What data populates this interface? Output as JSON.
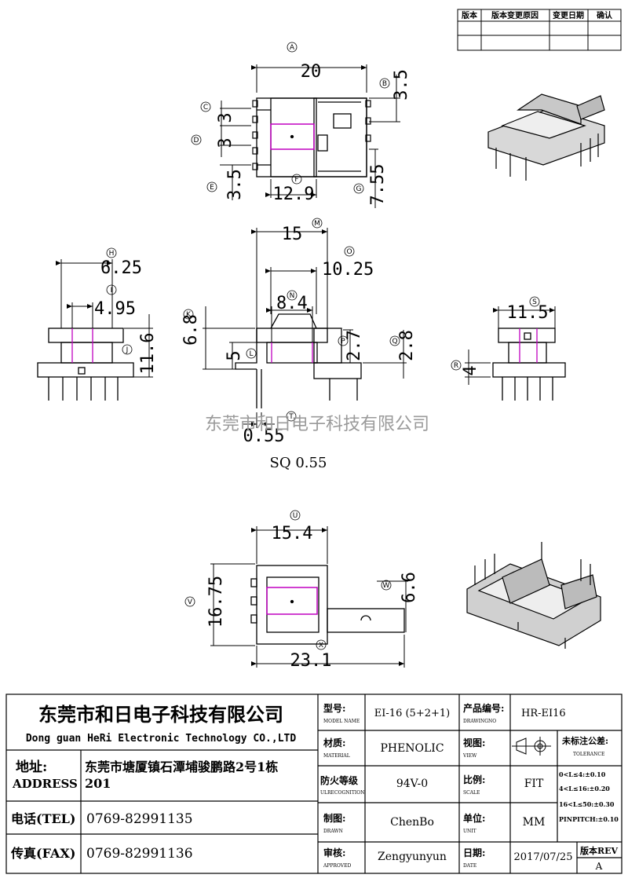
{
  "revision_table": {
    "headers": [
      "版本",
      "版本变更原因",
      "变更日期",
      "确认"
    ]
  },
  "dimensions": {
    "A": "20",
    "B": "3.5",
    "C": "3",
    "D": "3",
    "E": "3.5",
    "F": "12.9",
    "G": "7.55",
    "H": "6.25",
    "I": "4.95",
    "J": "11.6",
    "K": "6.8",
    "L": "5",
    "M": "15",
    "N": "8.4",
    "O": "10.25",
    "P": "2.7",
    "Q": "2.8",
    "R": "4",
    "S": "11.5",
    "T": "0.55",
    "T_note": "SQ 0.55",
    "U": "15.4",
    "V": "16.75",
    "W": "6.6",
    "X": "23.1"
  },
  "watermark": "东莞市和日电子科技有限公司",
  "title_block": {
    "company_cn": "东莞市和日电子科技有限公司",
    "company_en": "Dong guan HeRi Electronic Technology CO.,LTD",
    "address_label": "地址:",
    "address_label_en": "ADDRESS",
    "address_value": "东莞市塘厦镇石潭埔骏鹏路2号1栋201",
    "tel_label": "电话(TEL)",
    "tel_value": "0769-82991135",
    "fax_label": "传真(FAX)",
    "fax_value": "0769-82991136",
    "model_label": "型号:",
    "model_label_en": "MODEL NAME",
    "model_value": "EI-16 (5+2+1)",
    "drawing_no_label": "产品编号:",
    "drawing_no_label_en": "DRAWINGNO",
    "drawing_no_value": "HR-EI16",
    "material_label": "材质:",
    "material_label_en": "MATERIAL",
    "material_value": "PHENOLIC",
    "view_label": "视图:",
    "view_label_en": "VIEW",
    "tolerance_label": "未标注公差:",
    "tolerance_label_en": "TOLERANCE",
    "tolerance_rows": [
      "0<L≤4:±0.10",
      "4<L≤16:±0.20",
      "16<L≤50:±0.30",
      "PINPITCH:±0.10"
    ],
    "fire_label": "防火等级",
    "fire_label_en": "ULRECOGNITION",
    "fire_value": "94V-0",
    "scale_label": "比例:",
    "scale_label_en": "SCALE",
    "scale_value": "FIT",
    "drawn_label": "制图:",
    "drawn_label_en": "DRAWN",
    "drawn_value": "ChenBo",
    "unit_label": "单位:",
    "unit_label_en": "UNIT",
    "unit_value": "MM",
    "approved_label": "审核:",
    "approved_label_en": "APPROVED",
    "approved_value": "Zengyunyun",
    "date_label": "日期:",
    "date_label_en": "DATE",
    "date_value": "2017/07/25",
    "rev_label": "版本REV",
    "rev_value": "A"
  }
}
